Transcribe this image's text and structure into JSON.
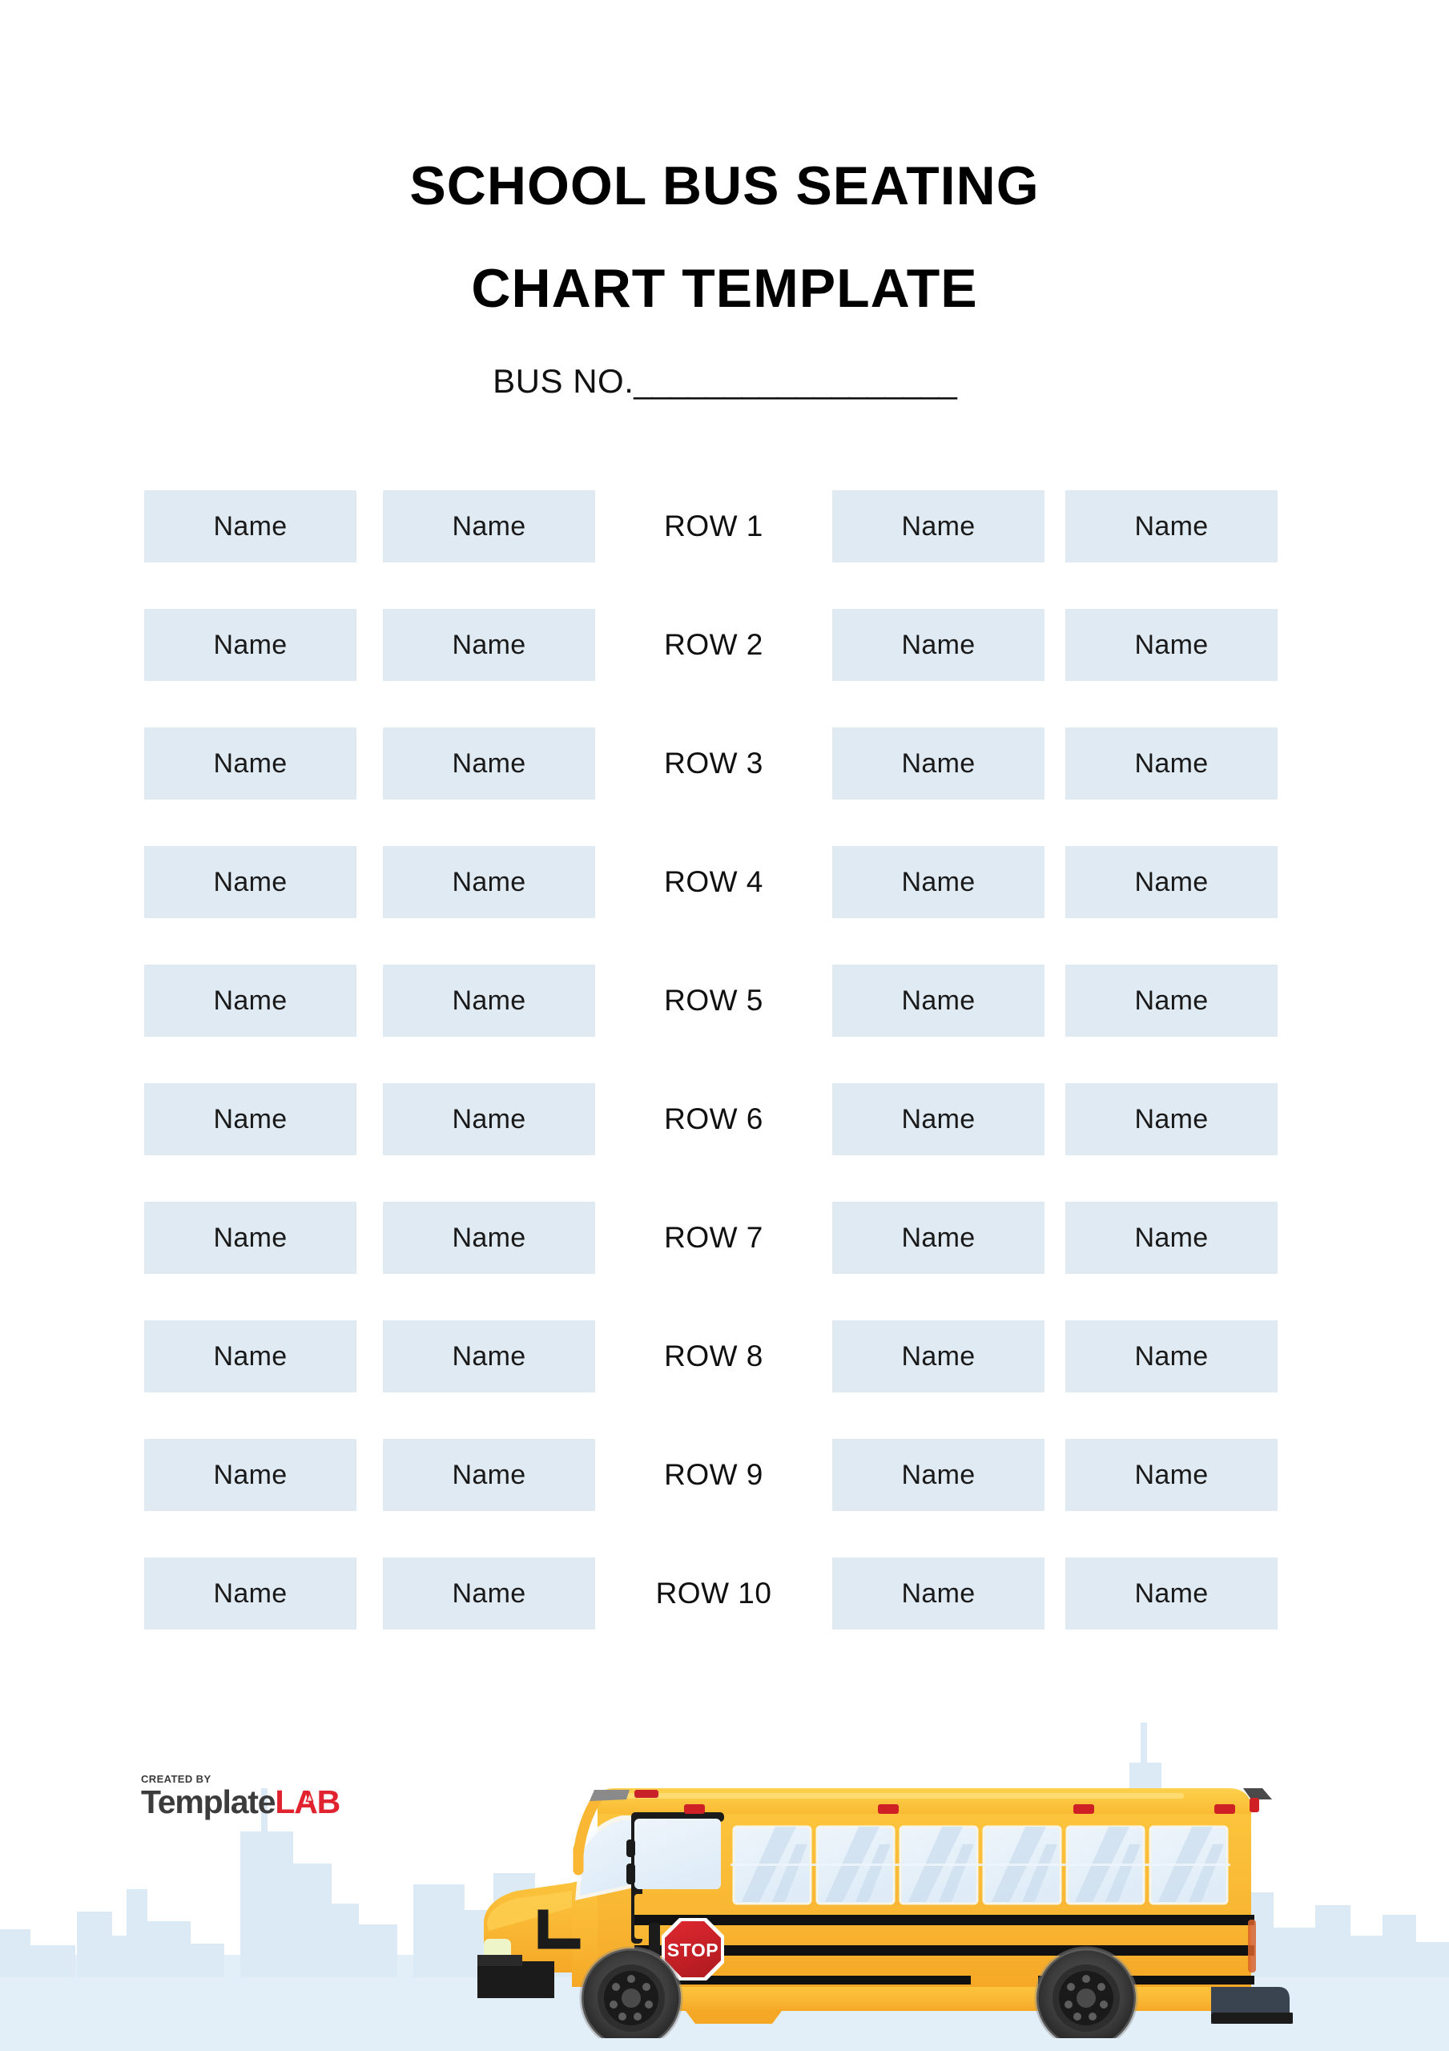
{
  "document": {
    "title_line_1": "SCHOOL BUS SEATING",
    "title_line_2": "CHART TEMPLATE",
    "bus_no_label": "BUS NO.",
    "bus_no_rule": "__________________",
    "bus_no_value": ""
  },
  "colors": {
    "page_background": "#ffffff",
    "seat_cell_background": "#e0eaf2",
    "seat_text": "#1a1a1a",
    "row_label_text": "#101010",
    "title_text": "#000000",
    "skyline": "#dceaf5",
    "skyline_ground": "#e3eff8",
    "bus_body": "#f9b233",
    "bus_body_light": "#fdc840",
    "bus_trim_black": "#1b1b1b",
    "stop_sign_red": "#d42027",
    "logo_template": "#3c3c3c",
    "logo_lab": "#e0232e"
  },
  "seating": {
    "columns": 5,
    "left_seat_columns": 2,
    "right_seat_columns": 2,
    "aisle_column_index": 2,
    "seat_placeholder": "Name",
    "rows": [
      {
        "label": "ROW 1",
        "seats": [
          "Name",
          "Name",
          "Name",
          "Name"
        ]
      },
      {
        "label": "ROW 2",
        "seats": [
          "Name",
          "Name",
          "Name",
          "Name"
        ]
      },
      {
        "label": "ROW 3",
        "seats": [
          "Name",
          "Name",
          "Name",
          "Name"
        ]
      },
      {
        "label": "ROW 4",
        "seats": [
          "Name",
          "Name",
          "Name",
          "Name"
        ]
      },
      {
        "label": "ROW 5",
        "seats": [
          "Name",
          "Name",
          "Name",
          "Name"
        ]
      },
      {
        "label": "ROW 6",
        "seats": [
          "Name",
          "Name",
          "Name",
          "Name"
        ]
      },
      {
        "label": "ROW 7",
        "seats": [
          "Name",
          "Name",
          "Name",
          "Name"
        ]
      },
      {
        "label": "ROW 8",
        "seats": [
          "Name",
          "Name",
          "Name",
          "Name"
        ]
      },
      {
        "label": "ROW 9",
        "seats": [
          "Name",
          "Name",
          "Name",
          "Name"
        ]
      },
      {
        "label": "ROW 10",
        "seats": [
          "Name",
          "Name",
          "Name",
          "Name"
        ]
      }
    ]
  },
  "artwork": {
    "bus_icon": "school-bus-illustration",
    "stop_sign_text": "STOP",
    "skyline_icon": "city-skyline-silhouette"
  },
  "logo": {
    "created_by": "CREATED BY",
    "brand_first": "Template",
    "brand_second": "LAB",
    "flask_icon": "flask-icon"
  }
}
